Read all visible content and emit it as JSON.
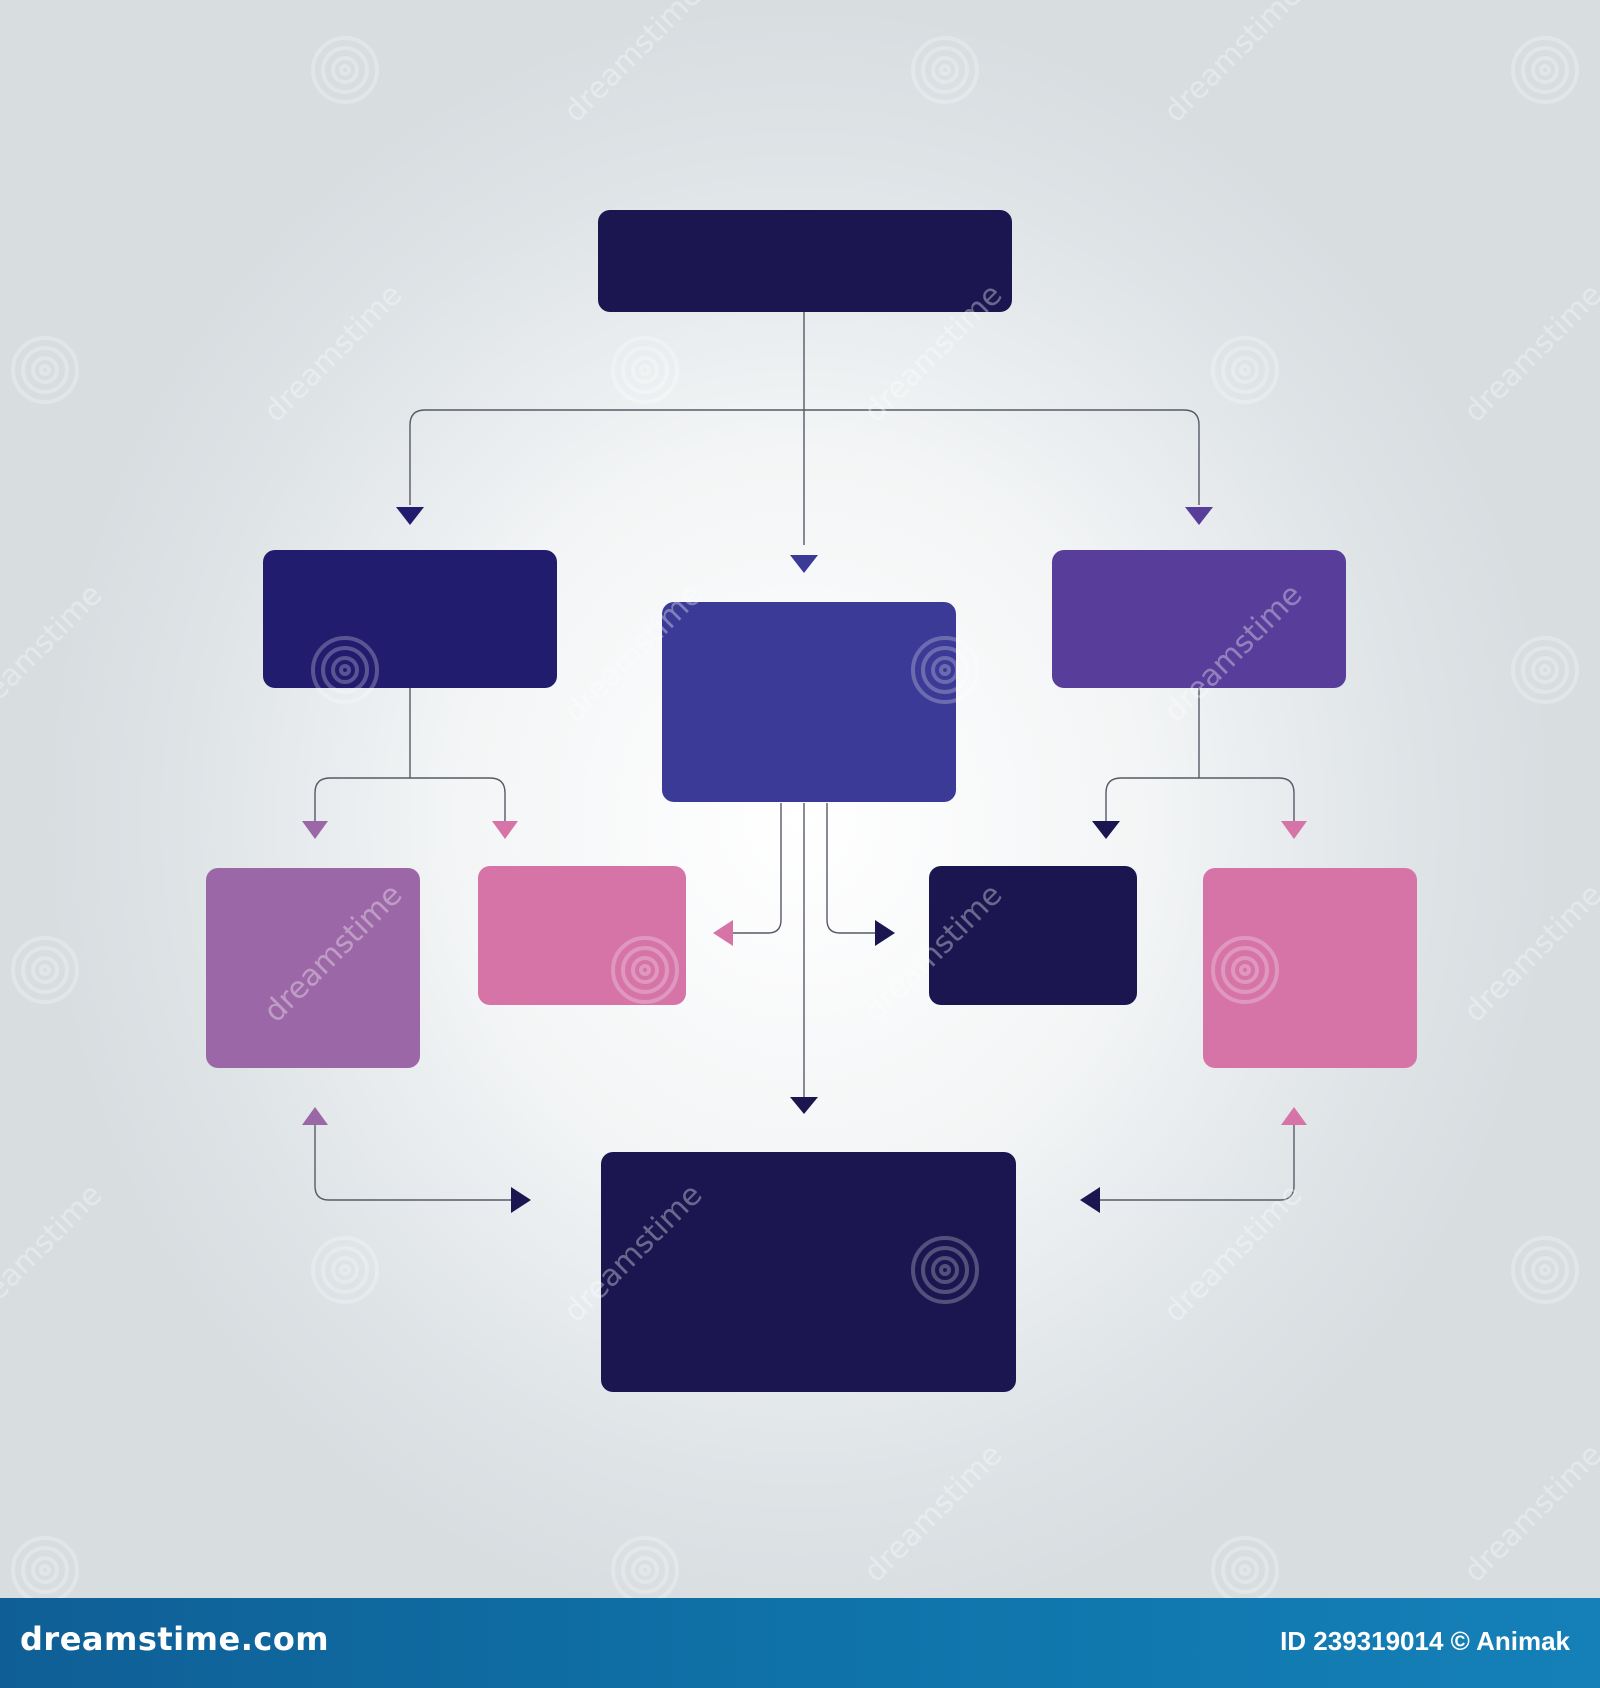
{
  "colors": {
    "navy_dark": "#1b1650",
    "navy": "#221c6e",
    "indigo": "#3b3a96",
    "violet": "#583d9a",
    "mauve": "#9c67a6",
    "pink": "#d674a8",
    "connector": "#555a66",
    "footer_bg": "#0f6ea5"
  },
  "diagram": {
    "type": "flowchart",
    "nodes": [
      {
        "id": "top",
        "label": "",
        "color": "navy_dark"
      },
      {
        "id": "left",
        "label": "",
        "color": "navy"
      },
      {
        "id": "center",
        "label": "",
        "color": "indigo"
      },
      {
        "id": "right",
        "label": "",
        "color": "violet"
      },
      {
        "id": "left-left",
        "label": "",
        "color": "mauve"
      },
      {
        "id": "left-right",
        "label": "",
        "color": "pink"
      },
      {
        "id": "right-left",
        "label": "",
        "color": "navy_dark"
      },
      {
        "id": "right-right",
        "label": "",
        "color": "pink"
      },
      {
        "id": "bottom",
        "label": "",
        "color": "navy_dark"
      }
    ],
    "edges": [
      {
        "from": "top",
        "to": "left"
      },
      {
        "from": "top",
        "to": "center"
      },
      {
        "from": "top",
        "to": "right"
      },
      {
        "from": "left",
        "to": "left-left"
      },
      {
        "from": "left",
        "to": "left-right"
      },
      {
        "from": "right",
        "to": "right-left"
      },
      {
        "from": "right",
        "to": "right-right"
      },
      {
        "from": "center",
        "to": "left-right"
      },
      {
        "from": "center",
        "to": "right-left"
      },
      {
        "from": "center",
        "to": "bottom"
      },
      {
        "from": "left-left",
        "to": "bottom",
        "bidirectional": true
      },
      {
        "from": "right-right",
        "to": "bottom",
        "bidirectional": true
      }
    ]
  },
  "watermark": {
    "text": "dreamstime",
    "icon": "spiral-icon"
  },
  "footer": {
    "brand": "dreamstime.com",
    "credit": "ID 239319014 © Animak"
  }
}
